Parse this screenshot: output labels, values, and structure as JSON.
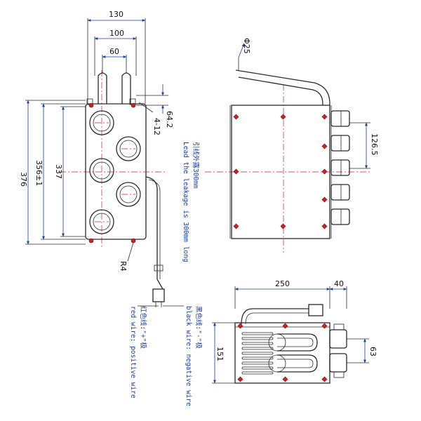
{
  "dimensions": {
    "front": {
      "d130": "130",
      "d100": "100",
      "d60": "60",
      "d376": "376",
      "d356": "356±1",
      "d337": "337",
      "d64_2": "64.2",
      "d4_12": "4-12",
      "r4": "R4"
    },
    "side": {
      "phi25": "Φ25",
      "d126_5": "126.5"
    },
    "bottom": {
      "d250": "250",
      "d40": "40",
      "d151": "151",
      "d63": "63"
    }
  },
  "notes": {
    "lead_cn": "引线外露300mm",
    "lead_en": "Lead the leakage is 300mm long",
    "black_cn": "黑色线:\"-\"极",
    "black_en": "black wire: negative wire",
    "red_cn": "红色线:\"+\"极",
    "red_en": "red wire: positive wire"
  }
}
